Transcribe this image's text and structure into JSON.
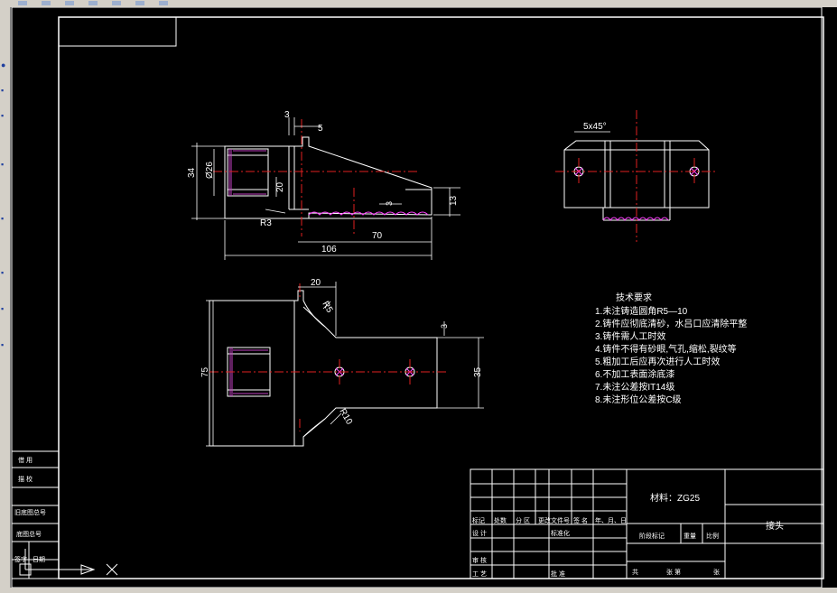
{
  "drawing": {
    "dimensions": {
      "top_3": "3",
      "top_5": "5",
      "height_34": "34",
      "dia_26": "Ø26",
      "dim_20_vertical": "20",
      "r3": "R3",
      "dim_3_small": "3",
      "dim_13": "13",
      "dim_70": "70",
      "dim_106": "106",
      "chamfer": "5x45°",
      "plan_20": "20",
      "r5": "R5",
      "dim_75": "75",
      "dim_3_plan": "3",
      "dim_35": "35",
      "r10": "R10"
    },
    "tech_requirements": {
      "title": "技术要求",
      "items": [
        "1.未注铸造圆角R5—10",
        "2.铸件应彻底清砂，水吕口应清除平整",
        "3.铸件需人工时效",
        "4.铸件不得有砂眼,气孔,缩松,裂纹等",
        "5.粗加工后应再次进行人工时效",
        "6.不加工表面涂底漆",
        "7.未注公差按IT14级",
        "8.未注形位公差按C级"
      ]
    },
    "title_block": {
      "material": "材料：ZG25",
      "part_name": "接头",
      "rev_headers": [
        "标记",
        "处数",
        "分 区",
        "更改文件号",
        "签 名",
        "年、月、日"
      ],
      "design": "设 计",
      "standardization": "标准化",
      "check": "审 核",
      "process": "工 艺",
      "approve": "批 准",
      "stage_mark": "阶段标记",
      "weight": "重量",
      "scale": "比例",
      "sheets_total": "共",
      "sheet_no": "张 第",
      "sheet_end": "张"
    },
    "left_table": [
      "借 用",
      "描 校",
      "旧底图总号",
      "底图总号",
      "签字",
      "日期"
    ]
  }
}
